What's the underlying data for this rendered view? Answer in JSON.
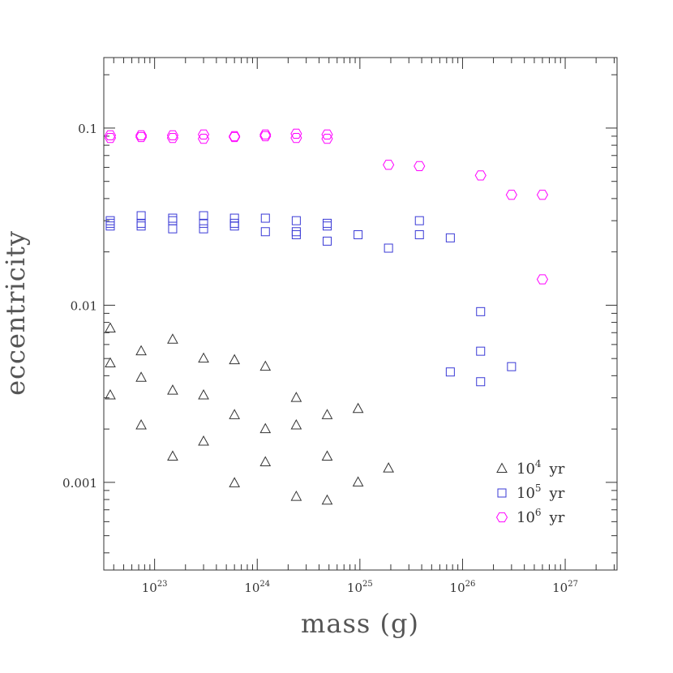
{
  "chart_data": {
    "type": "scatter",
    "xlabel": "mass (g)",
    "ylabel": "eccentricity",
    "xscale": "log",
    "yscale": "log",
    "xlim": [
      3.2e+22,
      3.2e+27
    ],
    "ylim": [
      0.00032,
      0.25
    ],
    "x_ticks": [
      {
        "base": "10",
        "exp": "23",
        "value": 1e+23
      },
      {
        "base": "10",
        "exp": "24",
        "value": 1e+24
      },
      {
        "base": "10",
        "exp": "25",
        "value": 1e+25
      },
      {
        "base": "10",
        "exp": "26",
        "value": 1e+26
      },
      {
        "base": "10",
        "exp": "27",
        "value": 1e+27
      }
    ],
    "y_ticks": [
      {
        "label": "0.1",
        "value": 0.1
      },
      {
        "label": "0.01",
        "value": 0.01
      },
      {
        "label": "0.001",
        "value": 0.001
      }
    ],
    "legend_position": "bottom-right",
    "series": [
      {
        "name": "10^4 yr",
        "label_base": "10",
        "label_exp": "4",
        "label_unit": "yr",
        "marker": "triangle",
        "color": "#333333",
        "points": [
          [
            3.7e+22,
            0.0074
          ],
          [
            3.7e+22,
            0.0047
          ],
          [
            3.7e+22,
            0.0031
          ],
          [
            7.4e+22,
            0.0055
          ],
          [
            7.4e+22,
            0.0039
          ],
          [
            7.4e+22,
            0.0021
          ],
          [
            1.5e+23,
            0.0064
          ],
          [
            1.5e+23,
            0.0033
          ],
          [
            1.5e+23,
            0.0014
          ],
          [
            3e+23,
            0.005
          ],
          [
            3e+23,
            0.0031
          ],
          [
            3e+23,
            0.0017
          ],
          [
            6e+23,
            0.0049
          ],
          [
            6e+23,
            0.0024
          ],
          [
            6e+23,
            0.00099
          ],
          [
            1.2e+24,
            0.0045
          ],
          [
            1.2e+24,
            0.002
          ],
          [
            1.2e+24,
            0.0013
          ],
          [
            2.4e+24,
            0.003
          ],
          [
            2.4e+24,
            0.0021
          ],
          [
            2.4e+24,
            0.00083
          ],
          [
            4.8e+24,
            0.0024
          ],
          [
            4.8e+24,
            0.0014
          ],
          [
            4.8e+24,
            0.00079
          ],
          [
            9.6e+24,
            0.0026
          ],
          [
            9.6e+24,
            0.001
          ],
          [
            1.9e+25,
            0.0012
          ]
        ]
      },
      {
        "name": "10^5 yr",
        "label_base": "10",
        "label_exp": "5",
        "label_unit": "yr",
        "marker": "square",
        "color": "#3a3ad6",
        "points": [
          [
            3.7e+22,
            0.03
          ],
          [
            3.7e+22,
            0.029
          ],
          [
            3.7e+22,
            0.028
          ],
          [
            7.4e+22,
            0.032
          ],
          [
            7.4e+22,
            0.029
          ],
          [
            7.4e+22,
            0.028
          ],
          [
            1.5e+23,
            0.031
          ],
          [
            1.5e+23,
            0.03
          ],
          [
            1.5e+23,
            0.027
          ],
          [
            3e+23,
            0.032
          ],
          [
            3e+23,
            0.029
          ],
          [
            3e+23,
            0.027
          ],
          [
            6e+23,
            0.031
          ],
          [
            6e+23,
            0.029
          ],
          [
            6e+23,
            0.028
          ],
          [
            1.2e+24,
            0.031
          ],
          [
            1.2e+24,
            0.026
          ],
          [
            2.4e+24,
            0.03
          ],
          [
            2.4e+24,
            0.026
          ],
          [
            2.4e+24,
            0.025
          ],
          [
            4.8e+24,
            0.029
          ],
          [
            4.8e+24,
            0.028
          ],
          [
            4.8e+24,
            0.023
          ],
          [
            9.6e+24,
            0.025
          ],
          [
            1.9e+25,
            0.021
          ],
          [
            3.8e+25,
            0.03
          ],
          [
            3.8e+25,
            0.025
          ],
          [
            7.6e+25,
            0.024
          ],
          [
            7.6e+25,
            0.0042
          ],
          [
            1.5e+26,
            0.0092
          ],
          [
            1.5e+26,
            0.0055
          ],
          [
            1.5e+26,
            0.0037
          ],
          [
            3e+26,
            0.0045
          ]
        ]
      },
      {
        "name": "10^6 yr",
        "label_base": "10",
        "label_exp": "6",
        "label_unit": "yr",
        "marker": "hexagon",
        "color": "#ff00ff",
        "points": [
          [
            3.7e+22,
            0.091
          ],
          [
            3.7e+22,
            0.088
          ],
          [
            7.4e+22,
            0.091
          ],
          [
            7.4e+22,
            0.089
          ],
          [
            1.5e+23,
            0.091
          ],
          [
            1.5e+23,
            0.088
          ],
          [
            3e+23,
            0.092
          ],
          [
            3e+23,
            0.087
          ],
          [
            6e+23,
            0.09
          ],
          [
            6e+23,
            0.089
          ],
          [
            1.2e+24,
            0.092
          ],
          [
            1.2e+24,
            0.09
          ],
          [
            2.4e+24,
            0.093
          ],
          [
            2.4e+24,
            0.088
          ],
          [
            4.8e+24,
            0.092
          ],
          [
            4.8e+24,
            0.087
          ],
          [
            1.9e+25,
            0.062
          ],
          [
            3.8e+25,
            0.061
          ],
          [
            1.5e+26,
            0.054
          ],
          [
            3e+26,
            0.042
          ],
          [
            6e+26,
            0.042
          ],
          [
            6e+26,
            0.014
          ]
        ]
      }
    ]
  }
}
